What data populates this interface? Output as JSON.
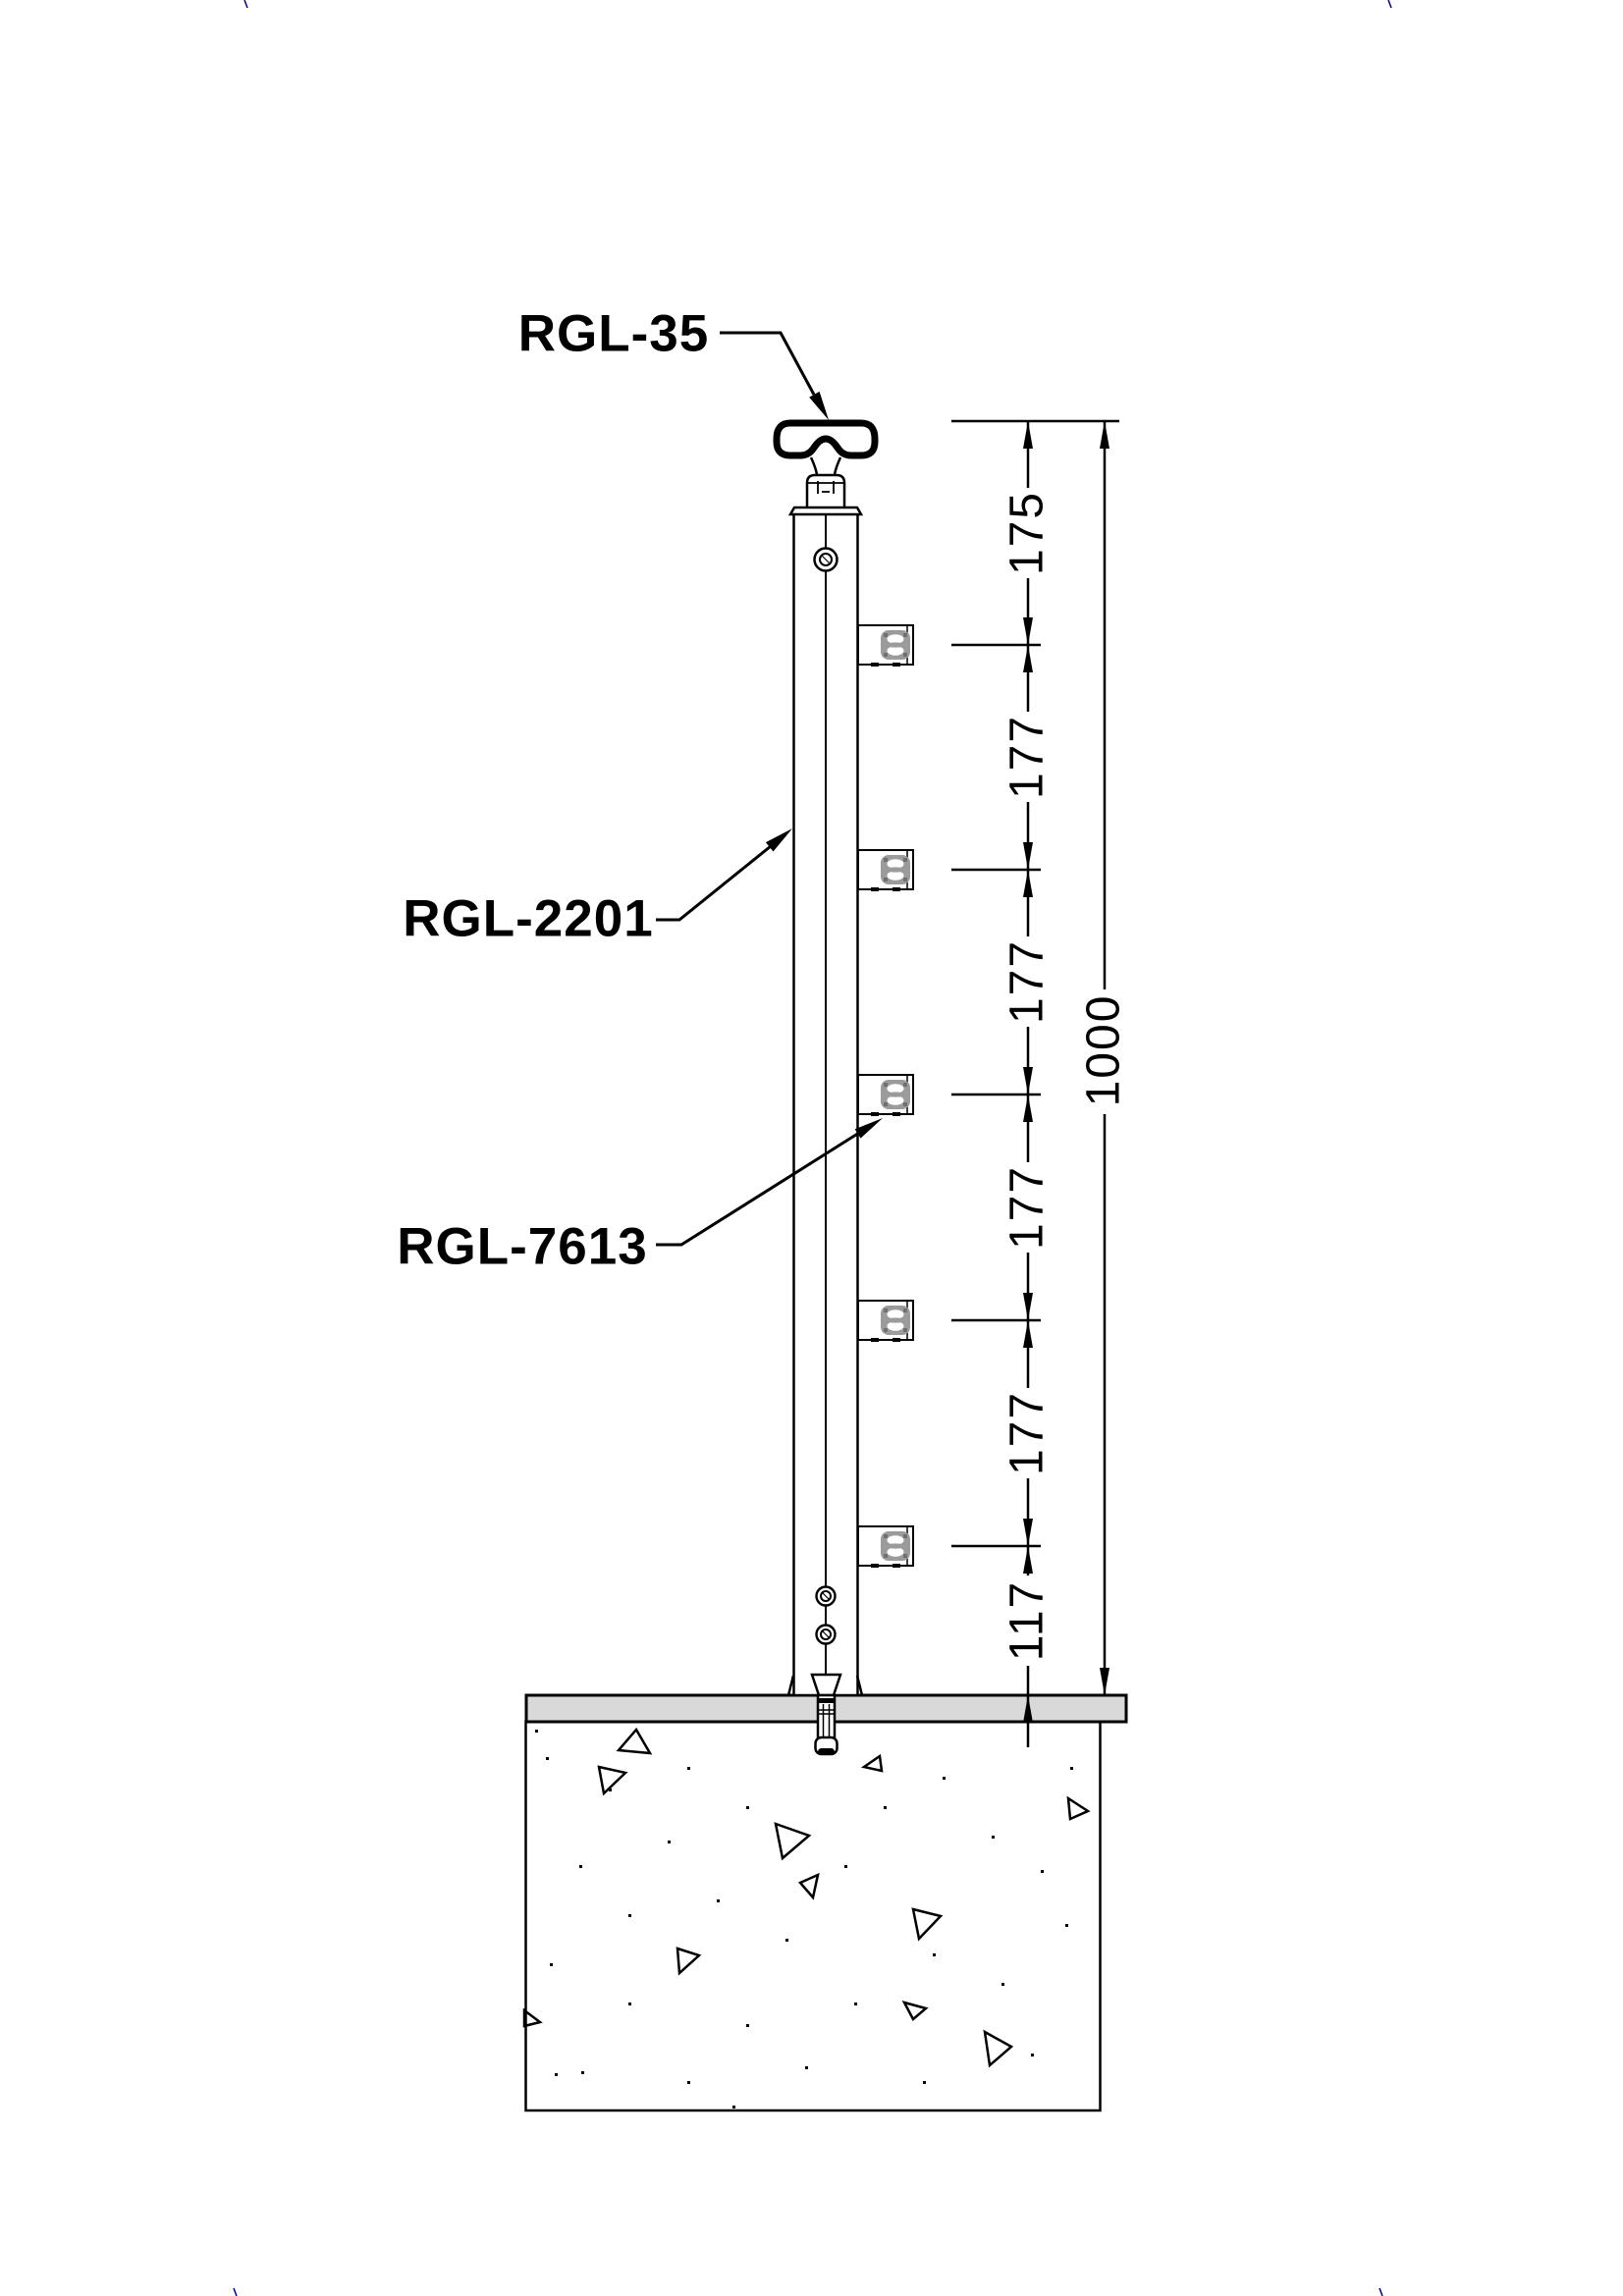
{
  "drawing": {
    "part_labels": {
      "cap": "RGL-35",
      "post": "RGL-2201",
      "cable_holder": "RGL-7613"
    },
    "dimensions": {
      "segments": [
        "175",
        "177",
        "177",
        "177",
        "177",
        "117"
      ],
      "overall": "1000"
    },
    "colors": {
      "line": "#000000",
      "base_plate_fill": "#d9d9d9",
      "holder_icon_gray": "#9b9b9b",
      "holder_icon_dark": "#707070",
      "registration_mark": "#00008b"
    }
  }
}
